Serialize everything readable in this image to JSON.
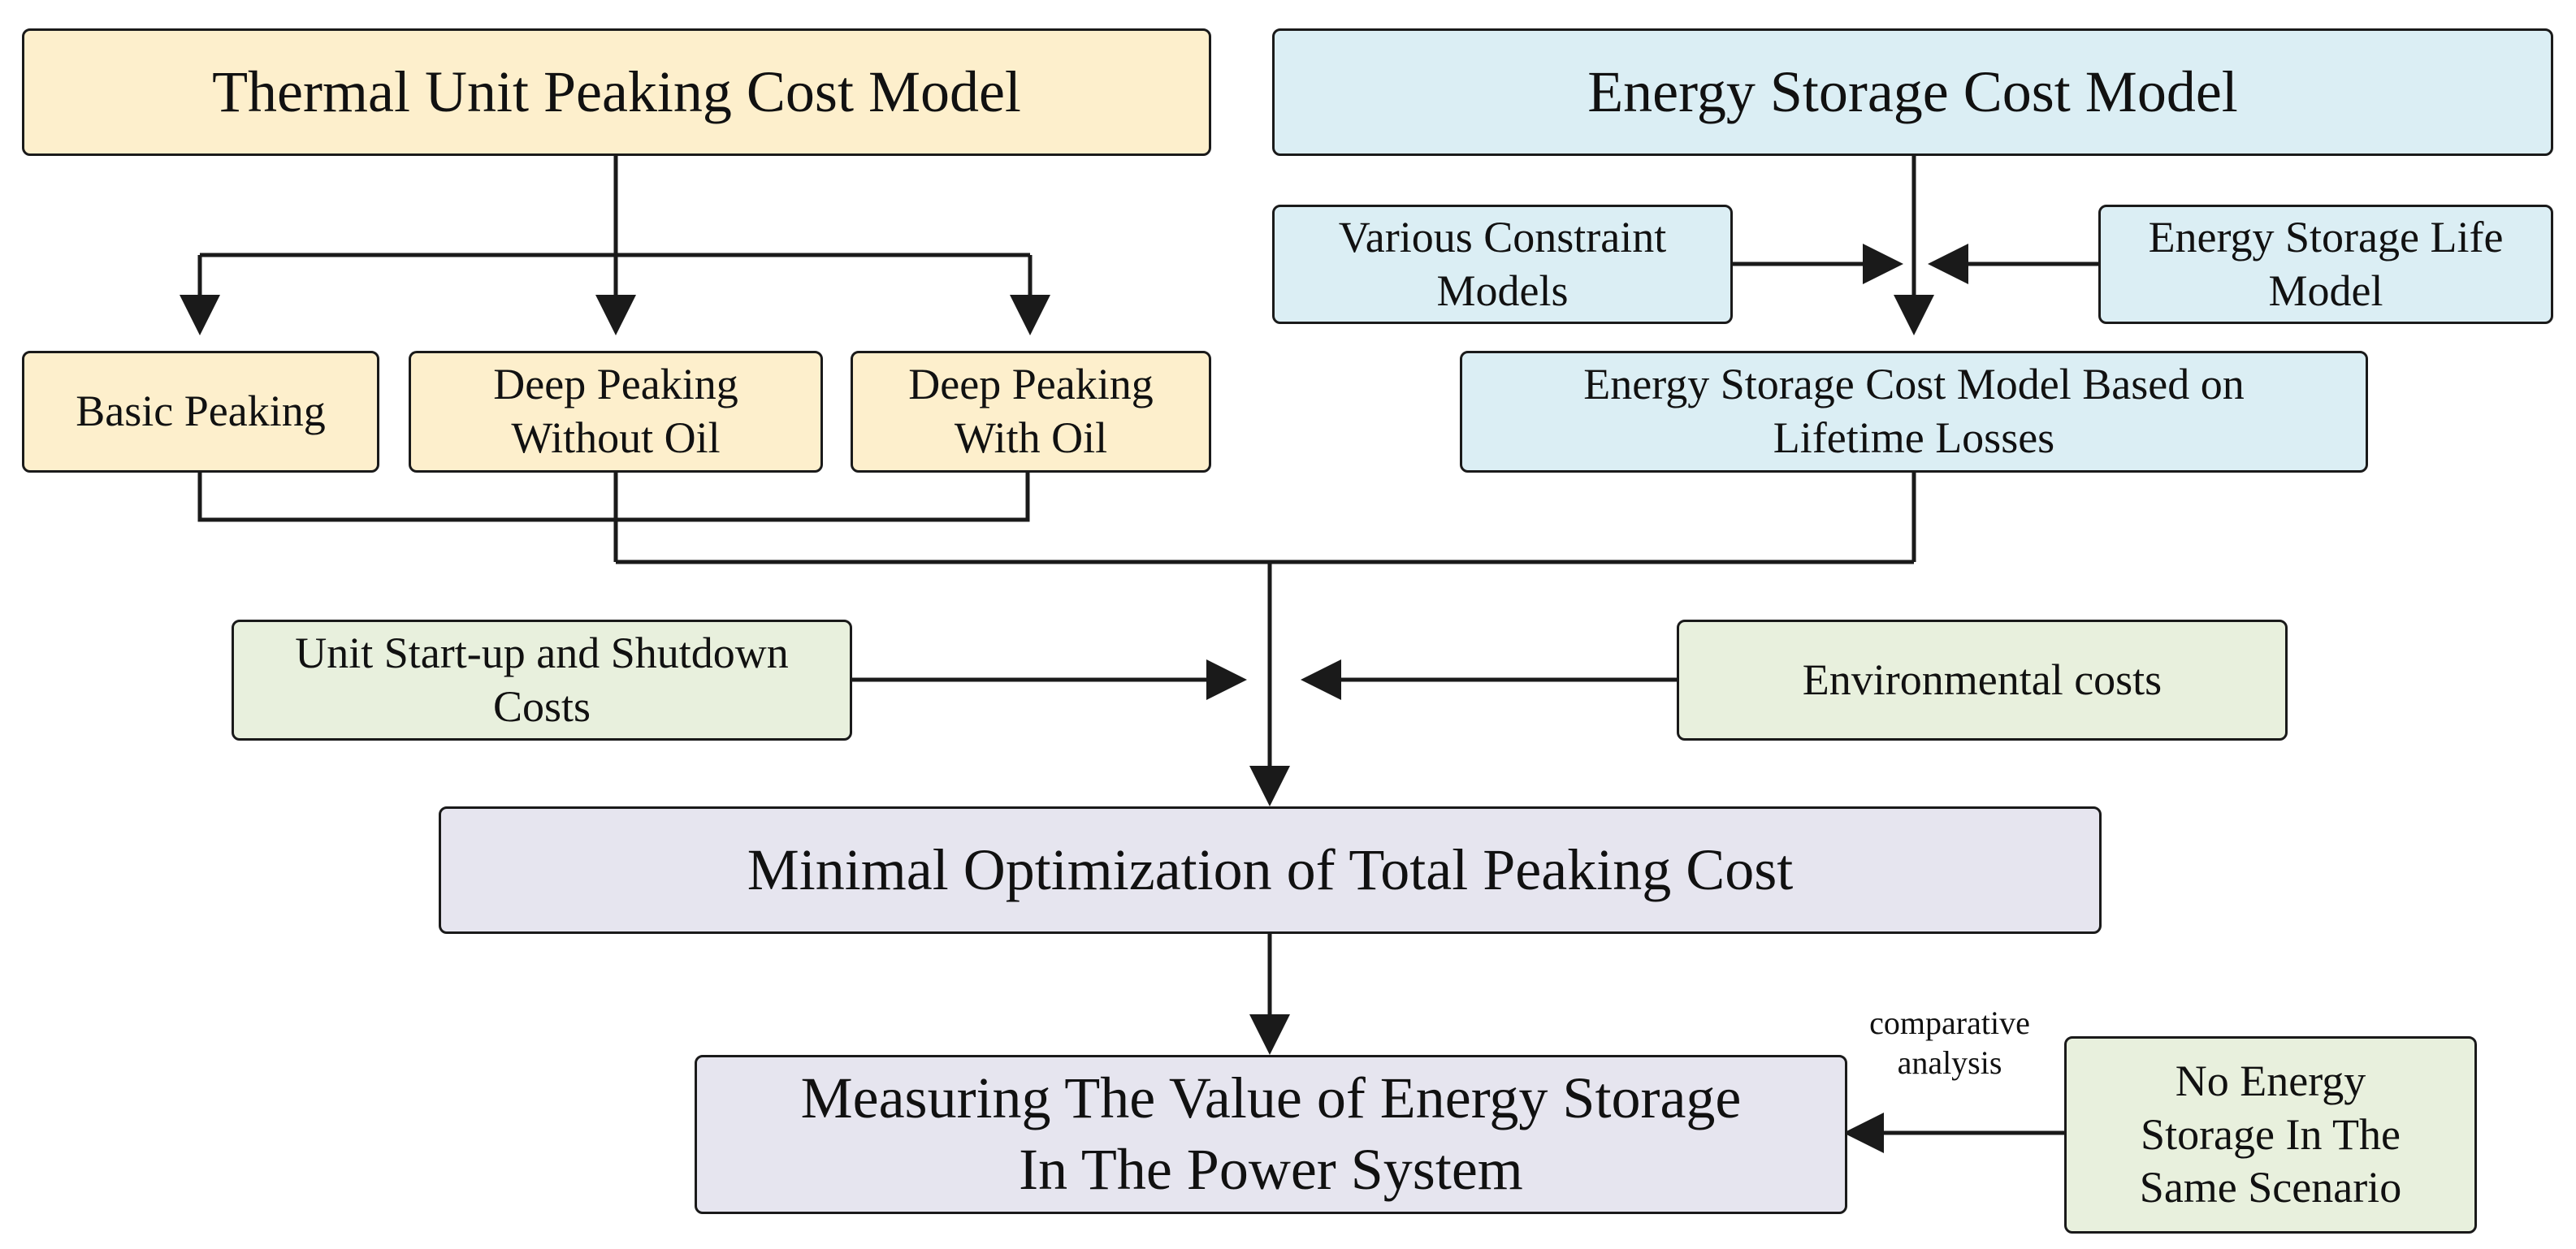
{
  "colors": {
    "thermal": "#fdefcc",
    "storage": "#dbeef4",
    "cost": "#e8f0dd",
    "result": "#e6e5ef",
    "stroke": "#1a1a1a"
  },
  "thermal_model": {
    "title": "Thermal Unit Peaking Cost Model",
    "basic": "Basic Peaking",
    "deep_without_oil": "Deep Peaking\nWithout Oil",
    "deep_with_oil": "Deep Peaking\nWith Oil"
  },
  "storage_model": {
    "title": "Energy Storage Cost Model",
    "constraints": "Various Constraint\nModels",
    "life": "Energy Storage Life\nModel",
    "lifetime_losses": "Energy Storage Cost Model Based on\nLifetime Losses"
  },
  "costs": {
    "startup_shutdown": "Unit Start-up and Shutdown\nCosts",
    "environmental": "Environmental costs"
  },
  "optimization": "Minimal Optimization of Total Peaking Cost",
  "value": "Measuring The Value of Energy Storage\nIn The Power System",
  "baseline": "No Energy\nStorage In The\nSame Scenario",
  "comparison_label": "comparative\nanalysis"
}
